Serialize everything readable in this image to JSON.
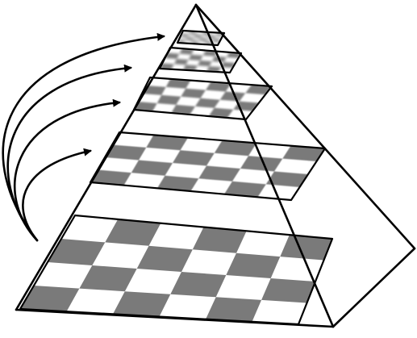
{
  "diagram": {
    "kind": "image-pyramid",
    "levels": [
      {
        "level": 0,
        "checker_cols": 6,
        "checker_rows": 4,
        "blur": 0
      },
      {
        "level": 1,
        "checker_cols": 6,
        "checker_rows": 4,
        "blur": 0.4
      },
      {
        "level": 2,
        "checker_cols": 6,
        "checker_rows": 4,
        "blur": 1.1
      },
      {
        "level": 3,
        "checker_cols": 6,
        "checker_rows": 4,
        "blur": 1.6
      },
      {
        "level": 4,
        "checker_cols": 6,
        "checker_rows": 4,
        "blur": 2.2
      }
    ],
    "arrow_count": 4,
    "colors": {
      "outline": "#000000",
      "dark_square": "#7a7a7a",
      "light_square": "#ffffff",
      "background": "#ffffff"
    }
  }
}
